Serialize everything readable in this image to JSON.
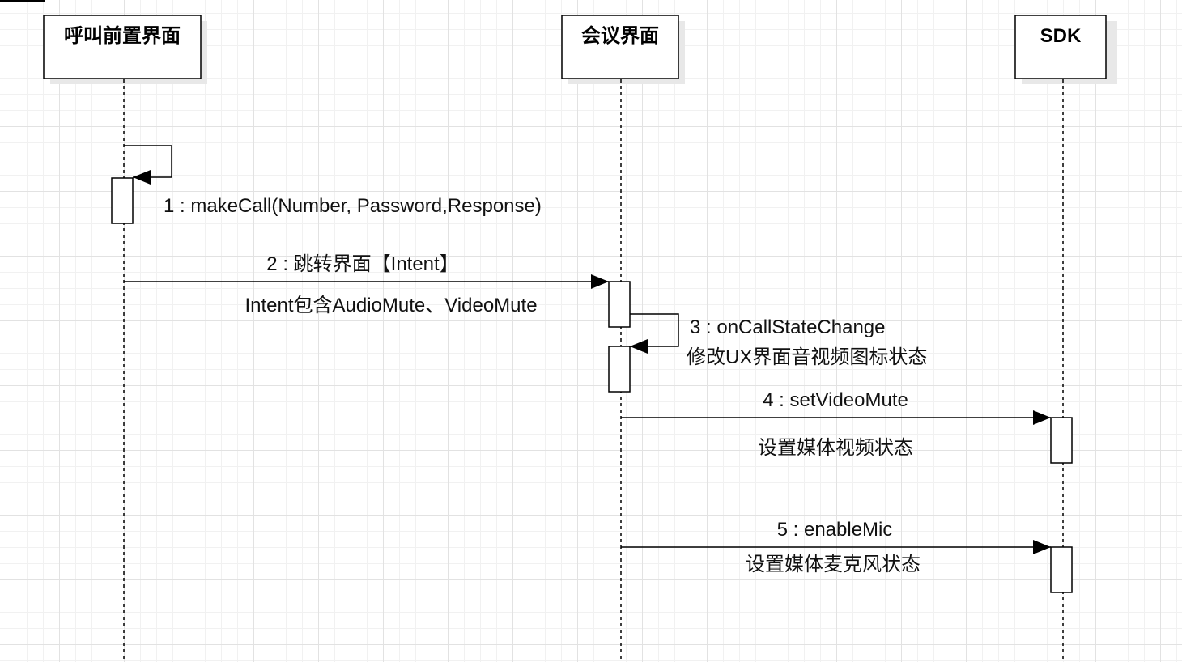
{
  "participants": [
    {
      "name": "呼叫前置界面"
    },
    {
      "name": "会议界面"
    },
    {
      "name": "SDK"
    }
  ],
  "messages": [
    {
      "label": "1 : makeCall(Number, Password,Response)",
      "note": ""
    },
    {
      "label": "2 : 跳转界面【Intent】",
      "note": "Intent包含AudioMute、VideoMute"
    },
    {
      "label": "3 : onCallStateChange",
      "note": "修改UX界面音视频图标状态"
    },
    {
      "label": "4 : setVideoMute",
      "note": "设置媒体视频状态"
    },
    {
      "label": "5 : enableMic",
      "note": "设置媒体麦克风状态"
    }
  ]
}
